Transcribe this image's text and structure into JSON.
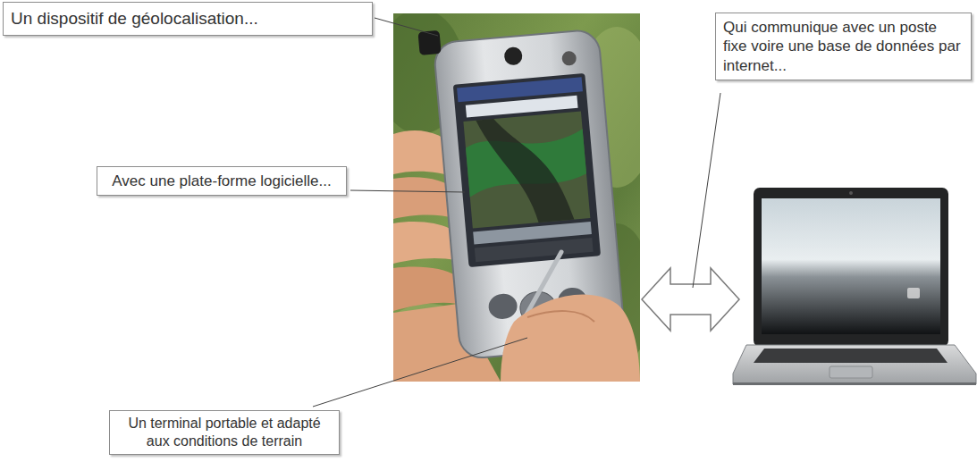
{
  "diagram": {
    "nodes": [
      {
        "text": [
          "Un dispositif de géolocalisation..."
        ]
      },
      {
        "text": [
          "Qui communique avec un poste fixe voire une base de données par internet..."
        ]
      },
      {
        "text": [
          "Avec une plate-forme logicielle..."
        ]
      },
      {
        "text": [
          "Un terminal portable et adapté aux conditions de terrain"
        ]
      }
    ]
  }
}
